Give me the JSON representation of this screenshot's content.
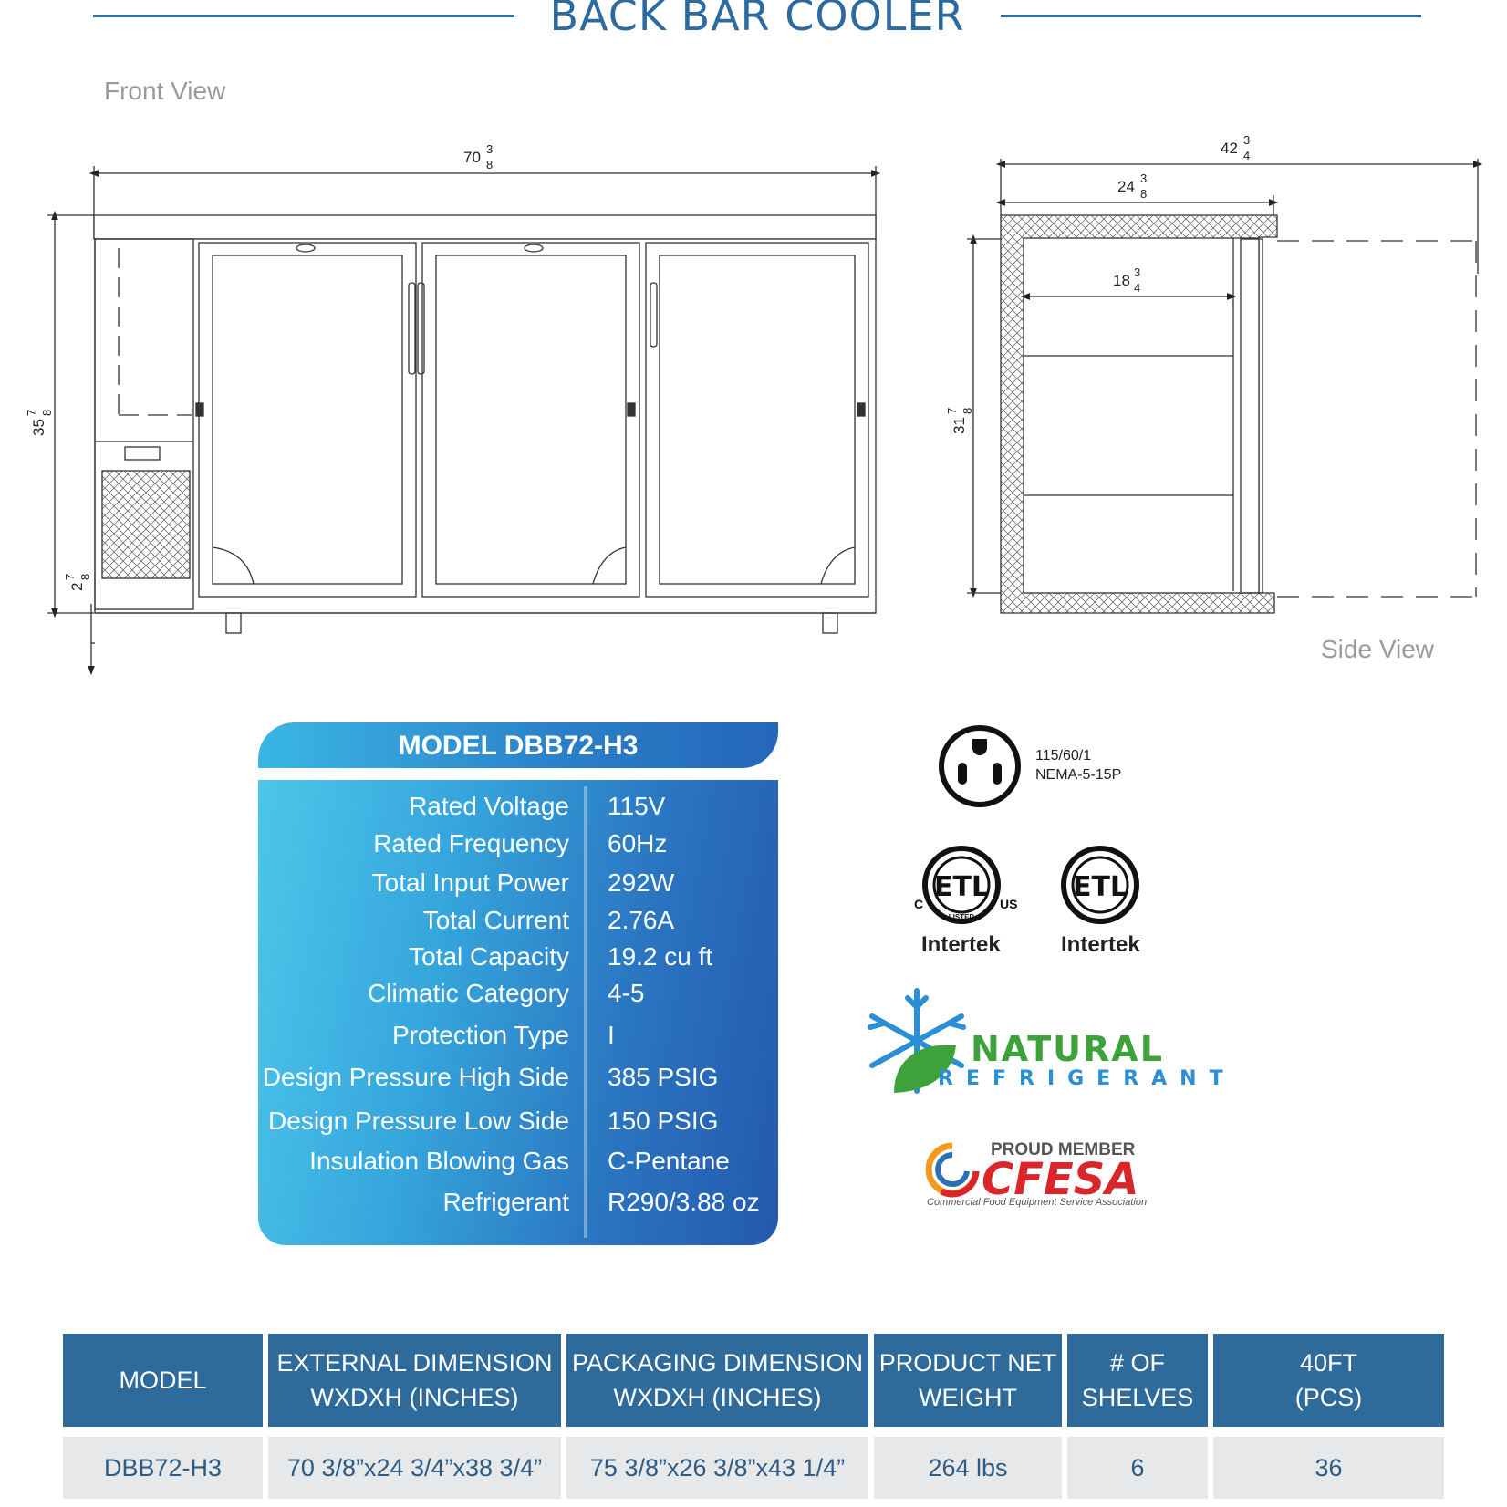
{
  "header": {
    "title": "BACK BAR COOLER"
  },
  "drawing": {
    "front_label": "Front View",
    "side_label": "Side View",
    "dims": {
      "front_width": {
        "whole": "70",
        "num": "3",
        "den": "8"
      },
      "front_height": {
        "whole": "35",
        "num": "7",
        "den": "8"
      },
      "base_height": {
        "whole": "2",
        "num": "7",
        "den": "8"
      },
      "side_depth_total": {
        "whole": "42",
        "num": "3",
        "den": "4"
      },
      "side_depth": {
        "whole": "24",
        "num": "3",
        "den": "8"
      },
      "shelf_depth": {
        "whole": "18",
        "num": "3",
        "den": "4"
      },
      "side_height": {
        "whole": "31",
        "num": "7",
        "den": "8"
      }
    }
  },
  "spec_card": {
    "title": "MODEL DBB72-H3",
    "rows": [
      {
        "label": "Rated  Voltage",
        "value": "115V"
      },
      {
        "label": "Rated  Frequency",
        "value": "60Hz"
      },
      {
        "label": "Total Input Power",
        "value": "292W"
      },
      {
        "label": "Total Current",
        "value": "2.76A"
      },
      {
        "label": "Total Capacity",
        "value": "19.2 cu ft"
      },
      {
        "label": "Climatic Category",
        "value": "4-5"
      },
      {
        "label": "Protection Type",
        "value": "I"
      },
      {
        "label": "Design Pressure High Side",
        "value": "385 PSIG"
      },
      {
        "label": "Design Pressure Low Side",
        "value": "150 PSIG"
      },
      {
        "label": "Insulation Blowing Gas",
        "value": "C-Pentane"
      },
      {
        "label": "Refrigerant",
        "value": "R290/3.88 oz"
      }
    ]
  },
  "plug": {
    "line1": "115/60/1",
    "line2": "NEMA-5-15P"
  },
  "certs": {
    "etl_listed": "Intertek",
    "etl": "Intertek",
    "c_mark": "C",
    "us_mark": "US",
    "listed_mark": "LISTED",
    "etl_text": "ETL"
  },
  "natural": {
    "line1": "NATURAL",
    "line2": "REFRIGERANT"
  },
  "cfesa": {
    "tag": "PROUD MEMBER",
    "name": "CFESA",
    "tagline": "Commercial Food Equipment Service Association"
  },
  "colors": {
    "accent": "#2d6a9f",
    "card_light": "#4cc6ea",
    "card_dark": "#2459ad",
    "cfesa_red": "#d8262a",
    "natural_green": "#3ea23a",
    "natural_blue": "#2b8fd6"
  },
  "table": {
    "headers": [
      "MODEL",
      "EXTERNAL DIMENSION\nWXDXH (INCHES)",
      "PACKAGING DIMENSION\nWXDXH (INCHES)",
      "PRODUCT NET\nWEIGHT",
      "# OF\nSHELVES",
      "40FT\n(PCS)"
    ],
    "row": [
      "DBB72-H3",
      "70 3/8”x24 3/4”x38 3/4”",
      "75 3/8”x26 3/8”x43 1/4”",
      "264 lbs",
      "6",
      "36"
    ]
  }
}
